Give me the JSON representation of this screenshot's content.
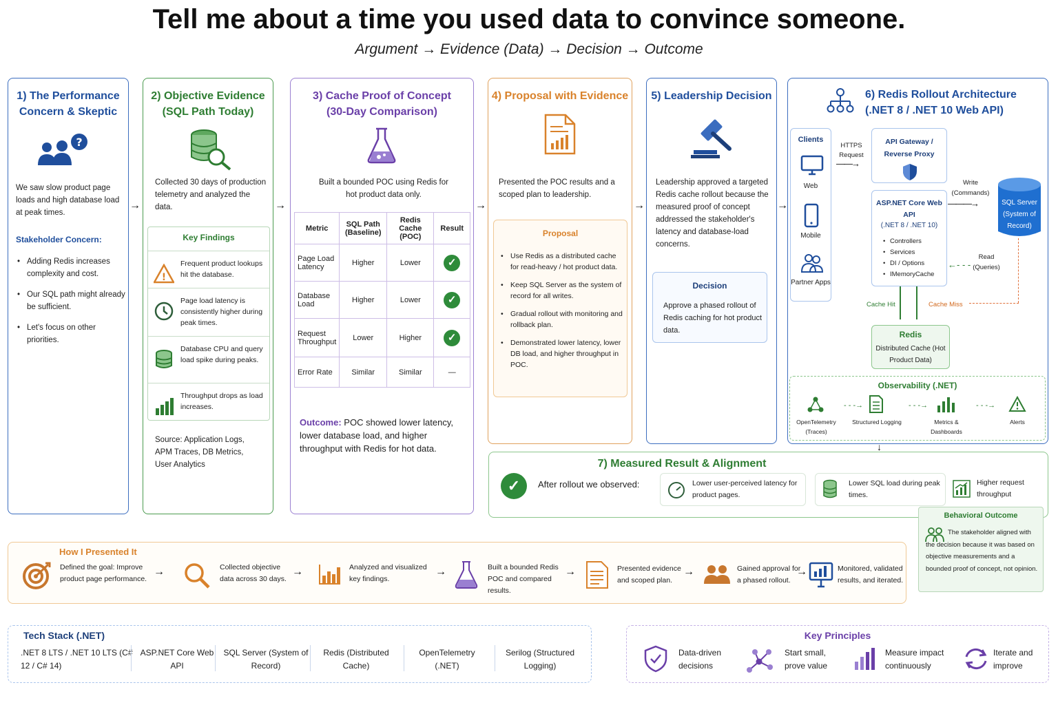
{
  "title": "Tell me about a time you used data to convince someone.",
  "subtitle": "Argument → Evidence (Data) → Decision → Outcome",
  "colors": {
    "blue": "#1f4e9c",
    "green": "#2e7d32",
    "purple": "#6a3fa8",
    "orange": "#d9822b",
    "navy": "#1d3f7a"
  },
  "p1": {
    "title_line1": "1) The Performance",
    "title_line2": "Concern & Skeptic",
    "icon": "users-question-icon",
    "body": "We saw slow product page loads and high database load at peak times.",
    "concern_heading": "Stakeholder Concern:",
    "concerns": [
      "Adding Redis increases complexity and cost.",
      "Our SQL path might already be sufficient.",
      "Let's focus on other priorities."
    ]
  },
  "p2": {
    "title_line1": "2) Objective Evidence",
    "title_line2": "(SQL Path Today)",
    "icon": "database-search-icon",
    "body": "Collected 30 days of production telemetry and analyzed the data.",
    "findings_heading": "Key Findings",
    "findings": [
      {
        "icon": "warning-icon",
        "text": "Frequent product lookups hit the database."
      },
      {
        "icon": "clock-icon",
        "text": "Page load latency is consistently higher during peak times."
      },
      {
        "icon": "database-icon",
        "text": "Database CPU and query load spike during peaks."
      },
      {
        "icon": "bar-chart-icon",
        "text": "Throughput drops as load increases."
      }
    ],
    "source": "Source: Application Logs, APM Traces, DB Metrics, User Analytics"
  },
  "p3": {
    "title_line1": "3) Cache Proof of Concept",
    "title_line2": "(30-Day Comparison)",
    "icon": "flask-icon",
    "body": "Built a bounded POC using Redis for hot product data only.",
    "headers": [
      "Metric",
      "SQL Path (Baseline)",
      "Redis Cache (POC)",
      "Result"
    ],
    "rows": [
      {
        "metric": "Page Load Latency",
        "sql": "Higher",
        "redis": "Lower",
        "result": "check"
      },
      {
        "metric": "Database Load",
        "sql": "Higher",
        "redis": "Lower",
        "result": "check"
      },
      {
        "metric": "Request Throughput",
        "sql": "Lower",
        "redis": "Higher",
        "result": "check"
      },
      {
        "metric": "Error Rate",
        "sql": "Similar",
        "redis": "Similar",
        "result": "—"
      }
    ],
    "outcome_label": "Outcome:",
    "outcome_text": " POC showed lower latency, lower database load, and higher throughput with Redis for hot data."
  },
  "p4": {
    "title": "4) Proposal with Evidence",
    "icon": "document-chart-icon",
    "body": "Presented the POC results and a scoped plan to leadership.",
    "proposal_heading": "Proposal",
    "items": [
      "Use Redis as a distributed cache for read-heavy / hot product data.",
      "Keep SQL Server as the system of record for all writes.",
      "Gradual rollout with monitoring and rollback plan.",
      "Demonstrated lower latency, lower DB load, and higher throughput in POC."
    ]
  },
  "p5": {
    "title": "5) Leadership Decision",
    "icon": "gavel-icon",
    "body": "Leadership approved a targeted Redis cache rollout because the measured proof of concept addressed the stakeholder's latency and database-load concerns.",
    "decision_heading": "Decision",
    "decision_text": "Approve a phased rollout of Redis caching for hot product data."
  },
  "p6": {
    "title_line1": "6) Redis Rollout Architecture",
    "title_line2": "(.NET 8 / .NET 10 Web API)",
    "icon": "hierarchy-icon",
    "clients_heading": "Clients",
    "clients": [
      "Web",
      "Mobile",
      "Partner Apps"
    ],
    "https_label": "HTTPS Request",
    "gateway": "API Gateway / Reverse Proxy",
    "api_title": "ASP.NET Core Web API",
    "api_version": "(.NET 8 / .NET 10)",
    "api_items": [
      "Controllers",
      "Services",
      "DI / Options",
      "IMemoryCache"
    ],
    "write_label": "Write (Commands)",
    "read_label": "Read (Queries)",
    "sql_server": "SQL Server (System of Record)",
    "cache_hit": "Cache Hit",
    "cache_miss": "Cache Miss",
    "redis_title": "Redis",
    "redis_sub": "Distributed Cache (Hot Product Data)",
    "obs_heading": "Observability (.NET)",
    "obs": [
      "OpenTelemetry (Traces)",
      "Structured Logging",
      "Metrics & Dashboards",
      "Alerts"
    ]
  },
  "p7": {
    "title": "7) Measured Result & Alignment",
    "lead": "After rollout we observed:",
    "results": [
      "Lower user-perceived latency for product pages.",
      "Lower SQL load during peak times.",
      "Higher request throughput"
    ],
    "behavior_heading": "Behavioral Outcome",
    "behavior_text": "The stakeholder aligned with the decision because it was based on objective measurements and a bounded proof of concept, not opinion."
  },
  "how": {
    "heading": "How I Presented It",
    "steps": [
      "Defined the goal: Improve product page performance.",
      "Collected objective data across 30 days.",
      "Analyzed and visualized key findings.",
      "Built a bounded Redis POC and compared results.",
      "Presented evidence and scoped plan.",
      "Gained approval for a phased rollout.",
      "Monitored, validated results, and iterated."
    ]
  },
  "tech": {
    "heading": "Tech Stack (.NET)",
    "items": [
      ".NET 8 LTS / .NET 10 LTS (C# 12 / C# 14)",
      "ASP.NET Core Web API",
      "SQL Server (System of Record)",
      "Redis (Distributed Cache)",
      "OpenTelemetry (.NET)",
      "Serilog (Structured Logging)"
    ]
  },
  "principles": {
    "heading": "Key Principles",
    "items": [
      "Data-driven decisions",
      "Start small, prove value",
      "Measure impact continuously",
      "Iterate and improve"
    ]
  }
}
